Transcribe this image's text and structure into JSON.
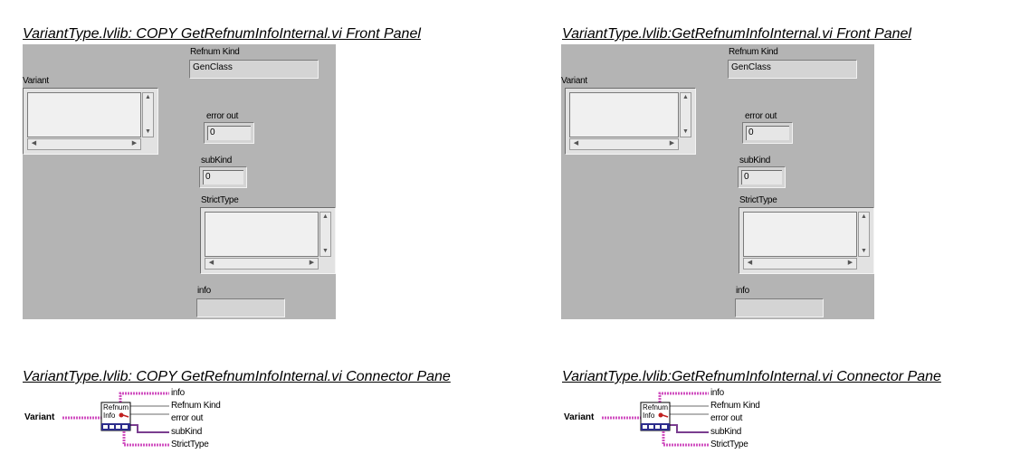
{
  "left": {
    "front_panel_title": "VariantType.lvlib:  COPY  GetRefnumInfoInternal.vi Front Panel",
    "connector_pane_title": "VariantType.lvlib:  COPY  GetRefnumInfoInternal.vi Connector Pane"
  },
  "right": {
    "front_panel_title": "VariantType.lvlib:GetRefnumInfoInternal.vi Front Panel",
    "connector_pane_title": "VariantType.lvlib:GetRefnumInfoInternal.vi Connector Pane"
  },
  "panel": {
    "refnum_kind_label": "Refnum Kind",
    "refnum_kind_value": "GenClass",
    "variant_label": "Variant",
    "error_out_label": "error out",
    "error_out_value": "0",
    "subkind_label": "subKind",
    "subkind_value": "0",
    "strict_type_label": "StrictType",
    "info_label": "info",
    "info_value": ""
  },
  "connector": {
    "variant": "Variant",
    "outputs": [
      "info",
      "Refnum Kind",
      "error out",
      "subKind",
      "StrictType"
    ],
    "icon_line1": "Refnum",
    "icon_line2": "Info",
    "wire_pink": "#d050c0",
    "wire_purple": "#7a3d8f",
    "wire_gray": "#6b6b6b"
  },
  "colors": {
    "panel_bg": "#b4b4b4",
    "field_bg": "#d4d4d4"
  }
}
